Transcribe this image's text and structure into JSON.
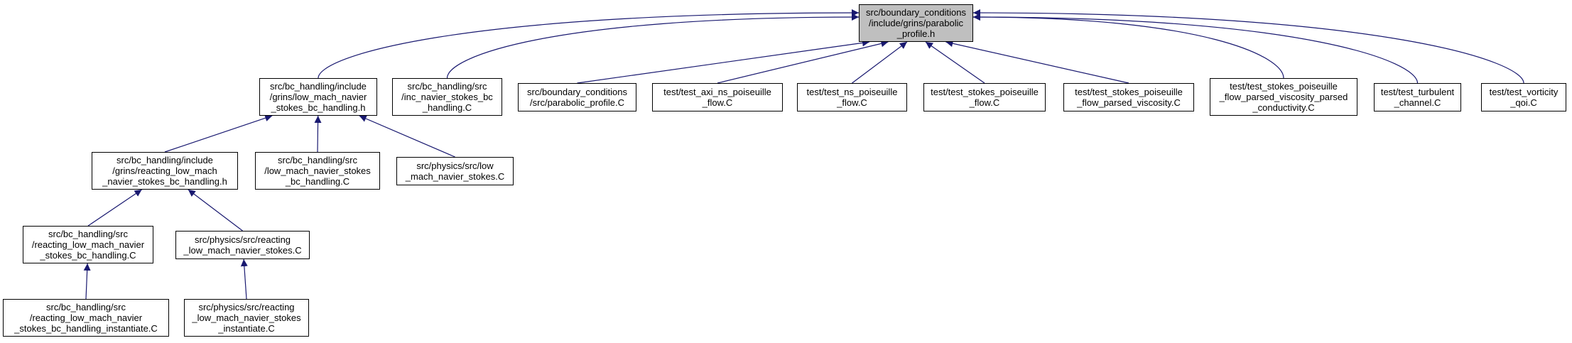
{
  "colors": {
    "edge": "#191970",
    "root_fill": "#bfbfbf",
    "node_fill": "#ffffff",
    "border": "#000000"
  },
  "nodes": {
    "parabolic_profile_h": "src/boundary_conditions\n/include/grins/parabolic\n_profile.h",
    "low_mach_h": "src/bc_handling/include\n/grins/low_mach_navier\n_stokes_bc_handling.h",
    "inc_navier_C": "src/bc_handling/src\n/inc_navier_stokes_bc\n_handling.C",
    "parabolic_profile_C": "src/boundary_conditions\n/src/parabolic_profile.C",
    "test_axi": "test/test_axi_ns_poiseuille\n_flow.C",
    "test_ns": "test/test_ns_poiseuille\n_flow.C",
    "test_stokes": "test/test_stokes_poiseuille\n_flow.C",
    "test_stokes_visc": "test/test_stokes_poiseuille\n_flow_parsed_viscosity.C",
    "test_stokes_cond": "test/test_stokes_poiseuille\n_flow_parsed_viscosity_parsed\n_conductivity.C",
    "test_turbulent": "test/test_turbulent\n_channel.C",
    "test_vorticity": "test/test_vorticity\n_qoi.C",
    "reacting_h": "src/bc_handling/include\n/grins/reacting_low_mach\n_navier_stokes_bc_handling.h",
    "low_mach_C": "src/bc_handling/src\n/low_mach_navier_stokes\n_bc_handling.C",
    "physics_low_mach": "src/physics/src/low\n_mach_navier_stokes.C",
    "reacting_C": "src/bc_handling/src\n/reacting_low_mach_navier\n_stokes_bc_handling.C",
    "physics_reacting": "src/physics/src/reacting\n_low_mach_navier_stokes.C",
    "reacting_inst": "src/bc_handling/src\n/reacting_low_mach_navier\n_stokes_bc_handling_instantiate.C",
    "physics_reacting_inst": "src/physics/src/reacting\n_low_mach_navier_stokes\n_instantiate.C"
  },
  "edges": [
    [
      "low_mach_h",
      "parabolic_profile_h"
    ],
    [
      "inc_navier_C",
      "parabolic_profile_h"
    ],
    [
      "parabolic_profile_C",
      "parabolic_profile_h"
    ],
    [
      "test_axi",
      "parabolic_profile_h"
    ],
    [
      "test_ns",
      "parabolic_profile_h"
    ],
    [
      "test_stokes",
      "parabolic_profile_h"
    ],
    [
      "test_stokes_visc",
      "parabolic_profile_h"
    ],
    [
      "test_stokes_cond",
      "parabolic_profile_h"
    ],
    [
      "test_turbulent",
      "parabolic_profile_h"
    ],
    [
      "test_vorticity",
      "parabolic_profile_h"
    ],
    [
      "reacting_h",
      "low_mach_h"
    ],
    [
      "low_mach_C",
      "low_mach_h"
    ],
    [
      "physics_low_mach",
      "low_mach_h"
    ],
    [
      "reacting_C",
      "reacting_h"
    ],
    [
      "physics_reacting",
      "reacting_h"
    ],
    [
      "reacting_inst",
      "reacting_C"
    ],
    [
      "physics_reacting_inst",
      "physics_reacting"
    ]
  ]
}
